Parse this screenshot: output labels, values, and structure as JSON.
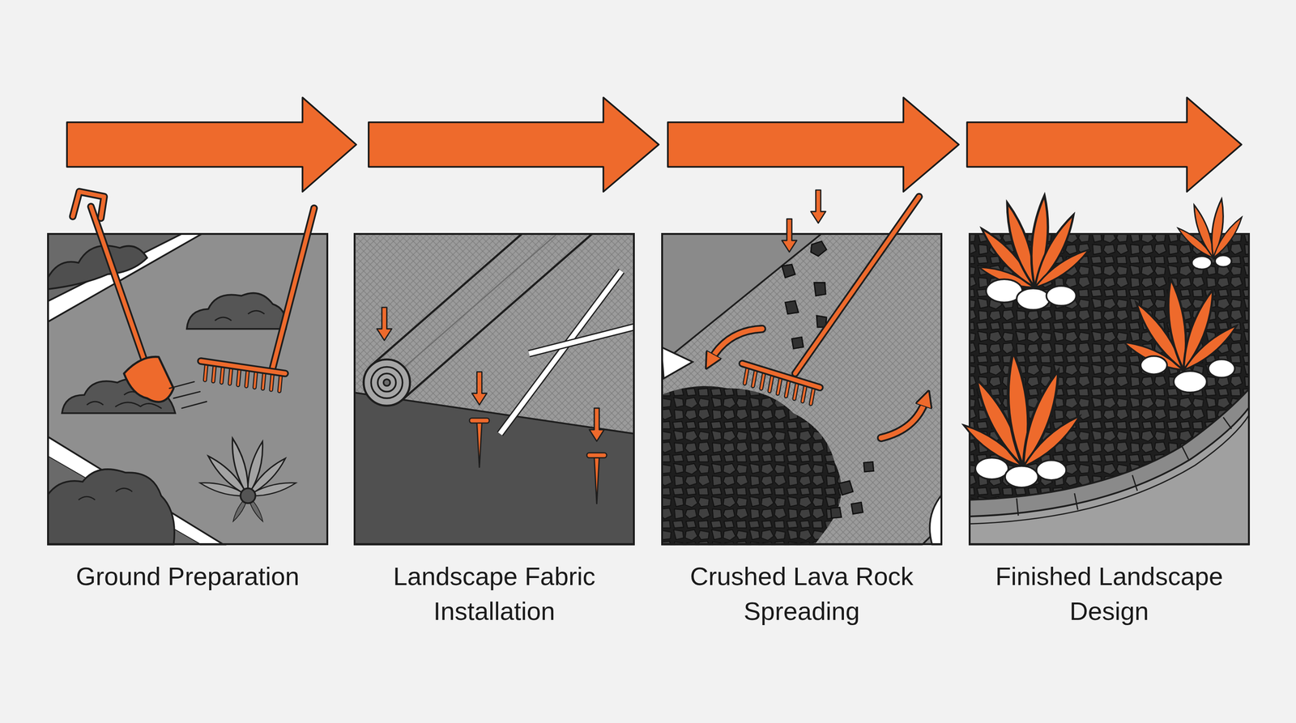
{
  "diagram": {
    "nodes": [
      {
        "text": [
          "Ground Preparation"
        ]
      },
      {
        "text": [
          "Landscape Fabric Installation"
        ]
      },
      {
        "text": [
          "Crushed Lava Rock Spreading"
        ]
      },
      {
        "text": [
          "Finished Landscape Design"
        ]
      }
    ]
  }
}
